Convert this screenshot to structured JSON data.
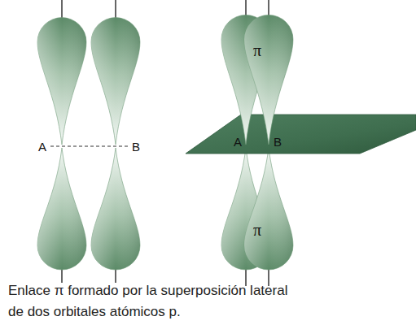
{
  "diagram": {
    "caption": "Enlace π formado por la superposición lateral de dos orbitales atómicos p.",
    "labels": [
      "A",
      "B",
      "π",
      "A",
      "B",
      "π"
    ]
  }
}
